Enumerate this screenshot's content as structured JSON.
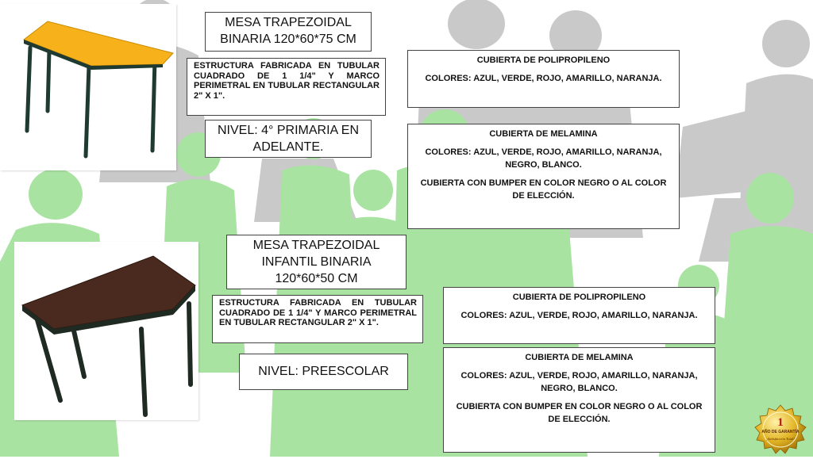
{
  "products": [
    {
      "title_lines": [
        "MESA TRAPEZOIDAL",
        "BINARIA 120*60*75 CM"
      ],
      "structure": "ESTRUCTURA FABRICADA EN TUBULAR CUADRADO DE 1 1/4\" Y MARCO PERIMETRAL EN TUBULAR RECTANGULAR 2\" X 1\".",
      "level": "NIVEL: 4° PRIMARIA EN ADELANTE.",
      "options": [
        {
          "heading": "CUBIERTA DE POLIPROPILENO",
          "colors": "COLORES: AZUL, VERDE, ROJO, AMARILLO, NARANJA."
        },
        {
          "heading": "CUBIERTA DE MELAMINA",
          "colors": "COLORES: AZUL, VERDE, ROJO, AMARILLO, NARANJA, NEGRO, BLANCO.",
          "bumper": "CUBIERTA CON BUMPER EN COLOR NEGRO O AL COLOR DE ELECCIÓN."
        }
      ],
      "top_color": "#f7b21b"
    },
    {
      "title_lines": [
        "MESA TRAPEZOIDAL",
        "INFANTIL BINARIA",
        "120*60*50 CM"
      ],
      "structure": "ESTRUCTURA FABRICADA EN TUBULAR CUADRADO DE 1 1/4\" Y MARCO PERIMETRAL EN TUBULAR RECTANGULAR 2\" X 1\".",
      "level": "NIVEL: PREESCOLAR",
      "options": [
        {
          "heading": "CUBIERTA DE POLIPROPILENO",
          "colors": "COLORES: AZUL, VERDE, ROJO, AMARILLO, NARANJA."
        },
        {
          "heading": "CUBIERTA DE MELAMINA",
          "colors": "COLORES: AZUL, VERDE, ROJO, AMARILLO, NARANJA, NEGRO, BLANCO.",
          "bumper": "CUBIERTA CON BUMPER EN COLOR NEGRO O AL COLOR DE ELECCIÓN."
        }
      ],
      "top_color": "#4a2a1e"
    }
  ],
  "warranty_seal": {
    "number": "1",
    "text": "AÑO DE GARANTÍA",
    "subtext": "¡Satisfacción Total!"
  },
  "colors": {
    "silhouette_green": "#8fd68a",
    "silhouette_gray": "#b7b7b7",
    "frame": "#1f3a30"
  }
}
